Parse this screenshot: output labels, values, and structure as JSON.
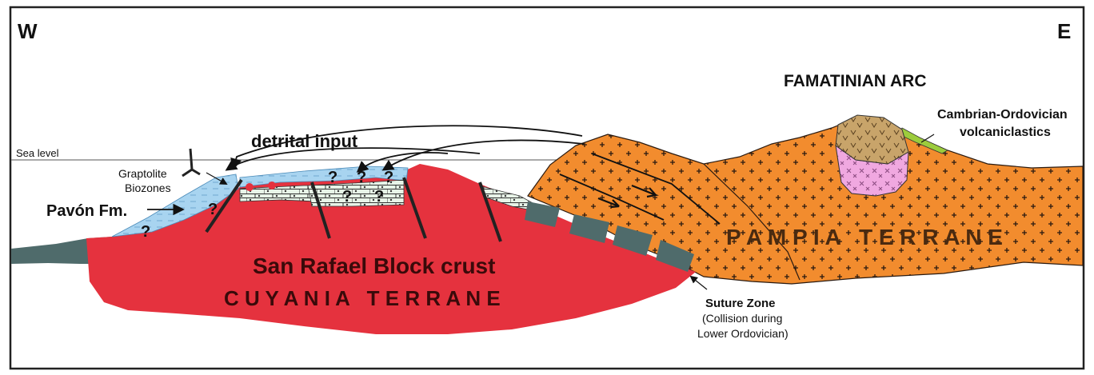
{
  "compass": {
    "west": "W",
    "east": "E"
  },
  "labels": {
    "sea_level": "Sea level",
    "detrital_input": "detrital input",
    "graptolite_line1": "Graptolite",
    "graptolite_line2": "Biozones",
    "pavon": "Pavón Fm.",
    "famatinian_arc": "FAMATINIAN ARC",
    "volcaniclastics_line1": "Cambrian-Ordovician",
    "volcaniclastics_line2": "volcaniclastics",
    "san_rafael": "San Rafael Block crust",
    "cuyania": "C U Y A N I A   T E R R A N E",
    "pampia": "P A M P I A   T E R R A N E",
    "suture_title": "Suture Zone",
    "suture_line1": "(Collision during",
    "suture_line2": "Lower Ordovician)",
    "question_mark": "?"
  },
  "colors": {
    "cuyania_crust": "#e5323e",
    "pampia_terrane": "#f28c2e",
    "arc_volcanic": "#c8a46a",
    "arc_pluton": "#f0a8e0",
    "volcaniclastics": "#9ccc3c",
    "oceanic_slab": "#4f6b6b",
    "marine_sediment": "#a8d4f0",
    "frame": "#222222"
  }
}
